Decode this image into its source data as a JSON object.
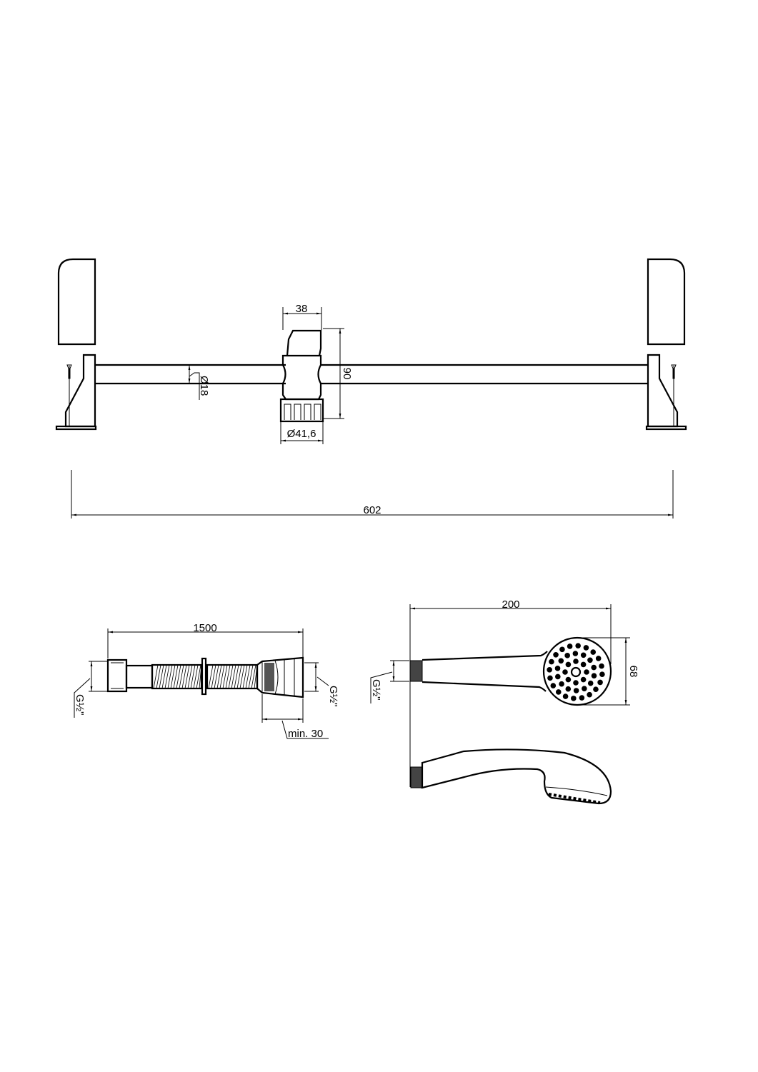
{
  "drawing": {
    "rail": {
      "slider_width": "38",
      "slider_height": "90",
      "bar_diameter": "Ø18",
      "nut_diameter": "Ø41,6",
      "overall_length": "602"
    },
    "hose": {
      "length": "1500",
      "thread_left": "G½\"",
      "thread_right": "G½\"",
      "min_length": "min. 30"
    },
    "hand_shower": {
      "length": "200",
      "head_diameter": "68",
      "thread": "G½\""
    },
    "colors": {
      "line": "#000000",
      "background": "#ffffff"
    }
  }
}
